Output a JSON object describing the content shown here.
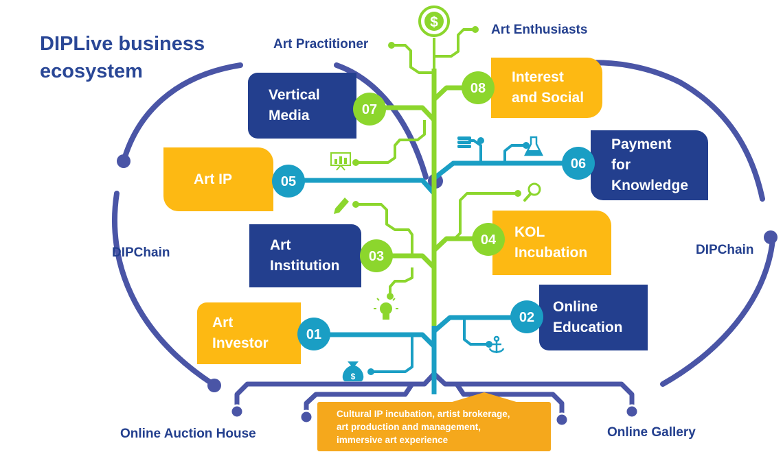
{
  "title": {
    "line1": "DIPLive business",
    "line2": "ecosystem"
  },
  "top_labels": {
    "practitioner": "Art Practitioner",
    "enthusiasts": "Art Enthusiasts"
  },
  "side_labels": {
    "left": "DIPChain",
    "right": "DIPChain"
  },
  "bottom_labels": {
    "left": "Online Auction House",
    "right": "Online Gallery"
  },
  "center_note": {
    "line1": "Cultural IP incubation, artist brokerage,",
    "line2": "art production and management,",
    "line3": "immersive art experience"
  },
  "nodes": {
    "n01": {
      "num": "01",
      "line1": "Art",
      "line2": "Investor"
    },
    "n02": {
      "num": "02",
      "line1": "Online",
      "line2": "Education"
    },
    "n03": {
      "num": "03",
      "line1": "Art",
      "line2": "Institution"
    },
    "n04": {
      "num": "04",
      "line1": "KOL",
      "line2": "Incubation"
    },
    "n05": {
      "num": "05",
      "line1": "Art IP"
    },
    "n06": {
      "num": "06",
      "line1": "Payment",
      "line2": "for",
      "line3": "Knowledge"
    },
    "n07": {
      "num": "07",
      "line1": "Vertical",
      "line2": "Media"
    },
    "n08": {
      "num": "08",
      "line1": "Interest",
      "line2": "and Social"
    }
  },
  "icons": [
    "dollar-icon",
    "money-bag-icon",
    "lightbulb-icon",
    "pencil-icon",
    "presentation-chart-icon",
    "coin-stack-icon",
    "flask-icon",
    "magnifier-icon",
    "anchor-icon"
  ],
  "colors": {
    "navy": "#233f8e",
    "gold": "#fdb913",
    "green": "#8cd62d",
    "teal": "#1a9ec4",
    "ring": "#4a55a6",
    "orange": "#f5a81c"
  }
}
